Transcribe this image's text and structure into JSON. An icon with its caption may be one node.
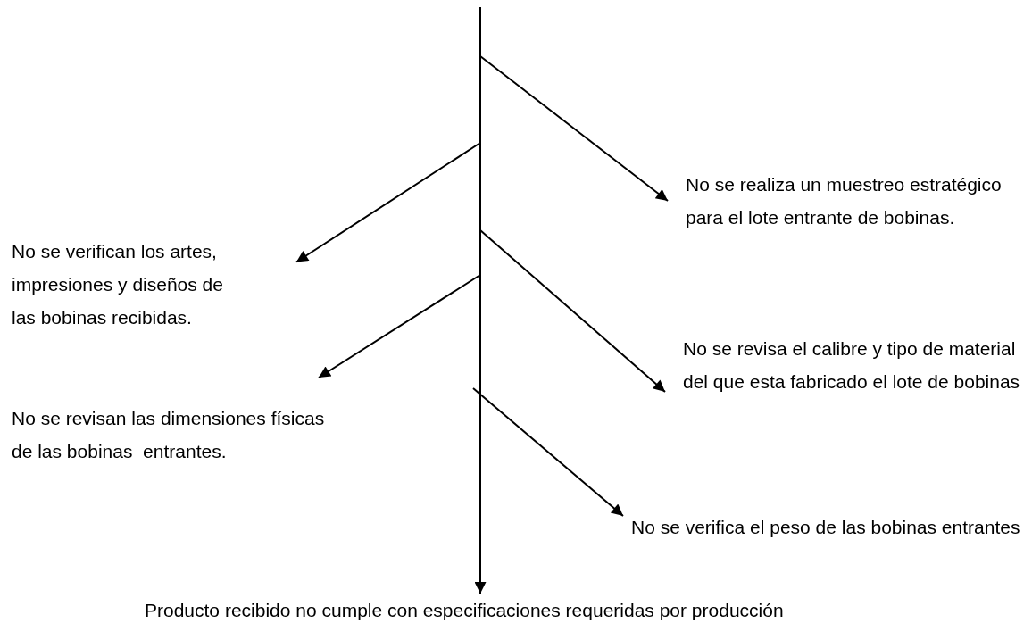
{
  "diagram": {
    "nodes": [
      {
        "text": [
          "No se realiza un muestreo estratégico para el lote entrante de bobinas."
        ]
      },
      {
        "text": [
          "No se verifican los artes, impresiones y diseños de las bobinas recibidas."
        ]
      },
      {
        "text": [
          "No se revisa el calibre y tipo de material del que esta fabricado el lote de bobinas"
        ]
      },
      {
        "text": [
          "No se revisan las dimensiones físicas de las bobinas  entrantes."
        ]
      },
      {
        "text": [
          "No se verifica el peso de las bobinas entrantes"
        ]
      },
      {
        "text": [
          "Producto recibido no cumple con especificaciones requeridas por producción"
        ]
      }
    ],
    "edges": [
      {
        "from": null,
        "to": 5,
        "arrow": "to"
      },
      {
        "from": null,
        "to": 0,
        "arrow": "to"
      },
      {
        "from": null,
        "to": 1,
        "arrow": "to"
      },
      {
        "from": null,
        "to": 2,
        "arrow": "to"
      },
      {
        "from": null,
        "to": 3,
        "arrow": "to"
      },
      {
        "from": null,
        "to": 4,
        "arrow": "to"
      }
    ]
  }
}
